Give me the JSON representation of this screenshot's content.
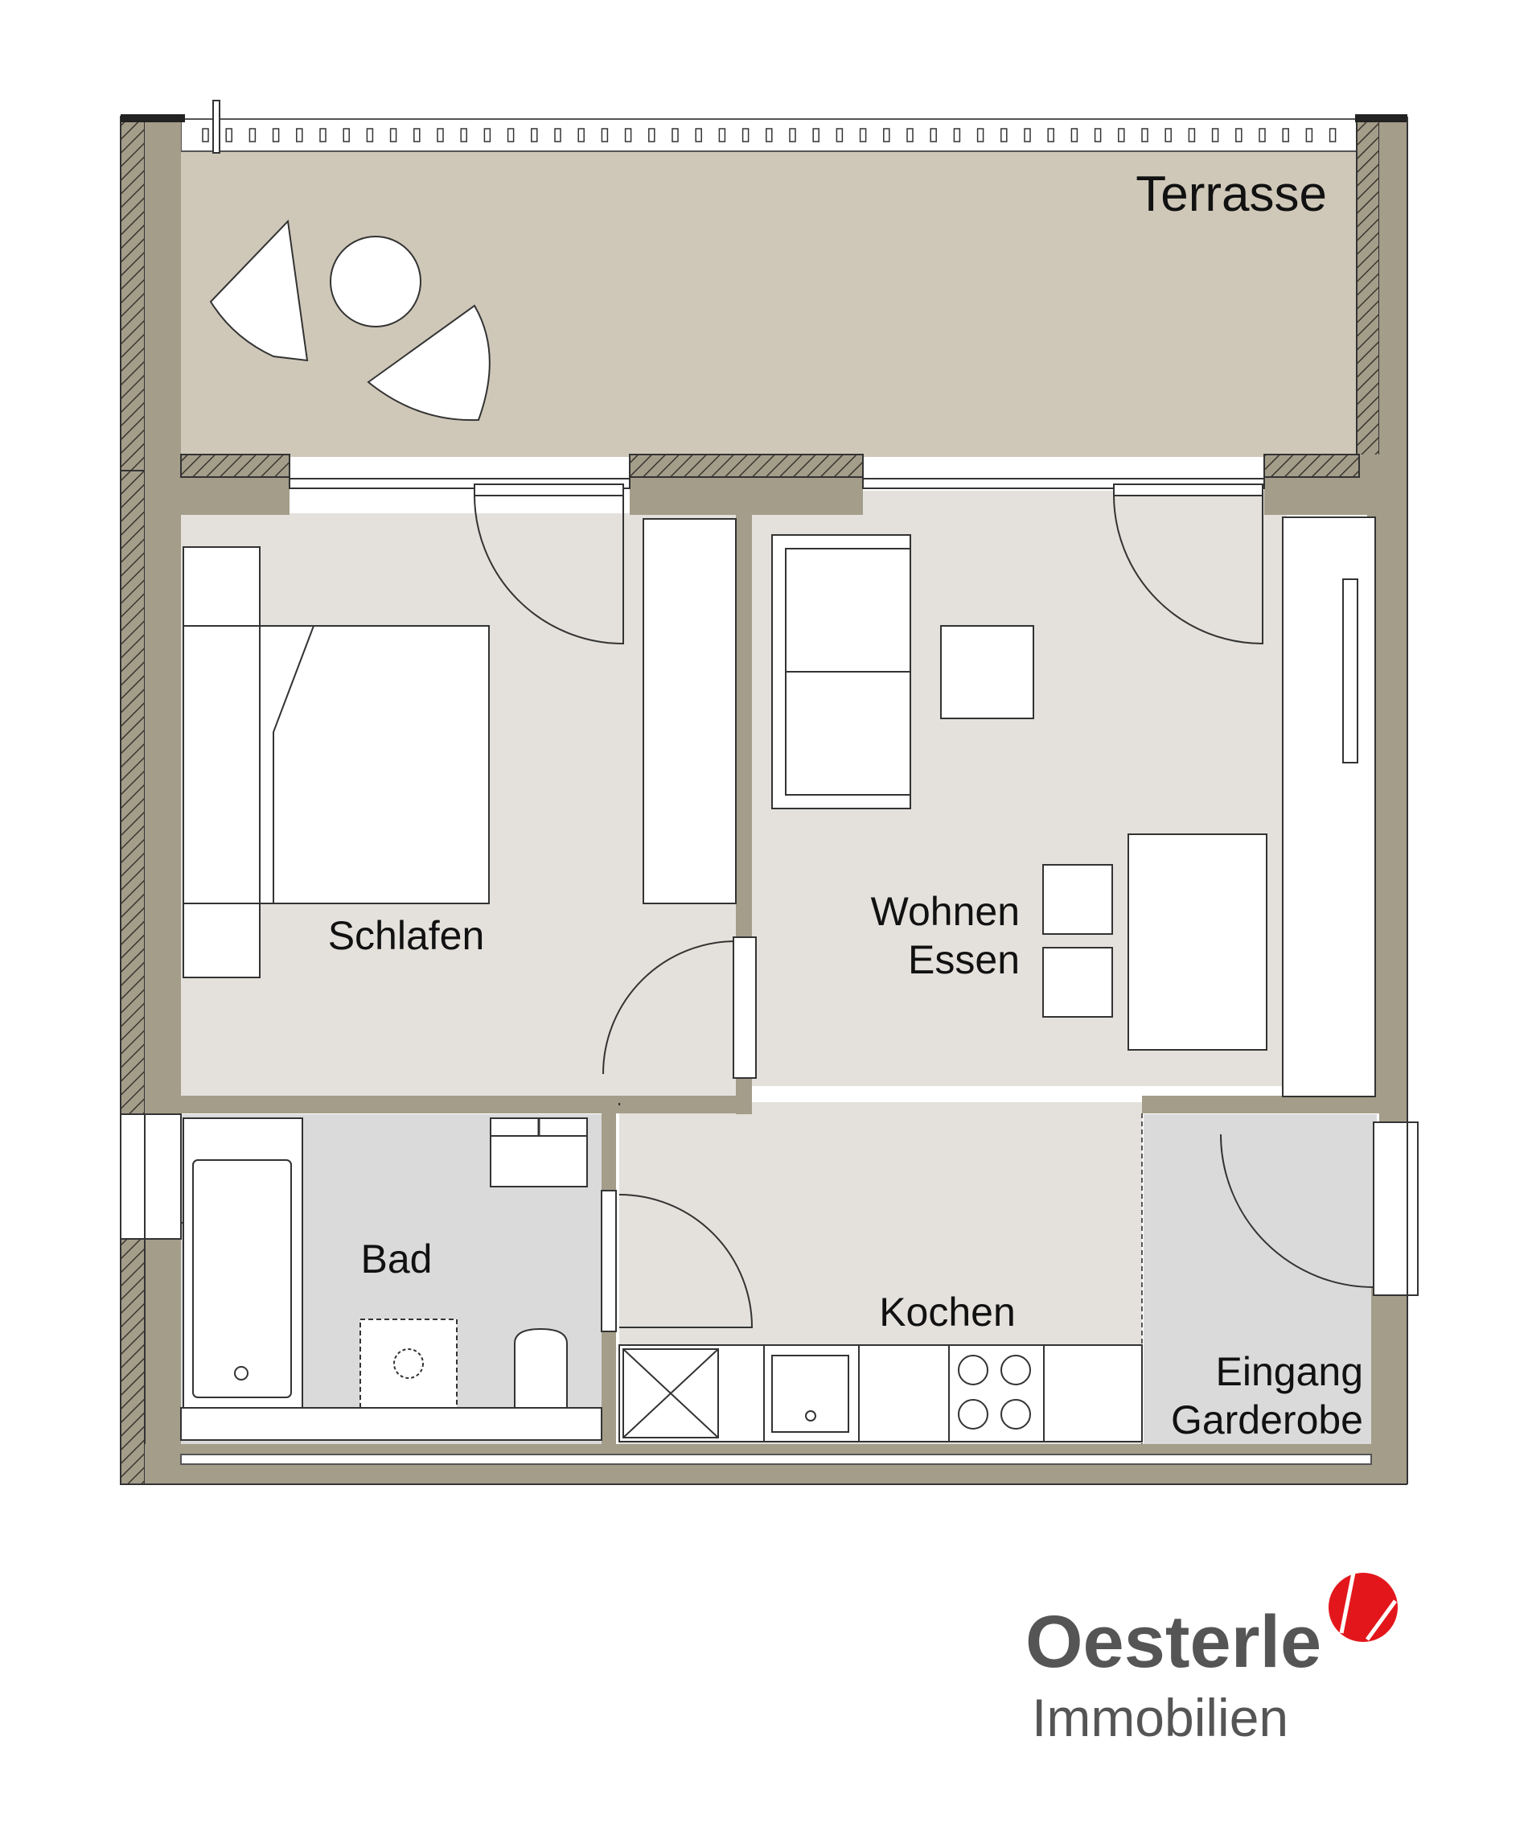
{
  "rooms": {
    "terrasse": "Terrasse",
    "schlafen": "Schlafen",
    "wohnen": "Wohnen",
    "essen": "Essen",
    "bad": "Bad",
    "kochen": "Kochen",
    "eingang": "Eingang",
    "garderobe": "Garderobe"
  },
  "logo": {
    "name": "Oesterle",
    "subtitle": "Immobilien",
    "accent_color": "#e3161b",
    "text_color": "#555555"
  },
  "colors": {
    "wall": "#a49d8a",
    "terrace_floor": "#cfc8b9",
    "interior_floor": "#e4e1dc",
    "bath_floor": "#dadada",
    "furniture": "#ffffff",
    "line": "#333333"
  },
  "icons": [
    "window-icon",
    "door-swing-icon",
    "bed-icon",
    "sofa-icon",
    "bathtub-icon",
    "toilet-icon",
    "sink-icon",
    "stove-icon",
    "table-icon",
    "chair-icon"
  ]
}
